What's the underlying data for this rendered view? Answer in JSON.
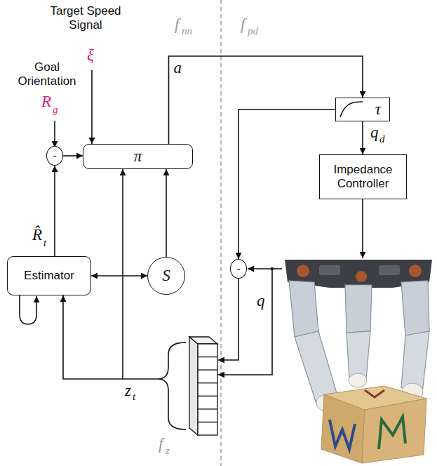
{
  "diagram": {
    "nodes": [
      {
        "text": [
          "τ"
        ]
      },
      {
        "text": [
          "π"
        ]
      },
      {
        "text": [
          "-"
        ]
      },
      {
        "text": [
          "Impedance Controller"
        ]
      },
      {
        "text": [
          "Estimator"
        ]
      },
      {
        "text": [
          "S"
        ]
      },
      {
        "text": [
          "-"
        ]
      }
    ],
    "edges": [
      {
        "from": 2,
        "to": 1,
        "arrow": "to"
      },
      {
        "from": 4,
        "to": 2,
        "arrow": "to"
      },
      {
        "from": 4,
        "to": 5,
        "arrow": "both"
      },
      {
        "from": 5,
        "to": 1,
        "arrow": "to"
      },
      {
        "from": 1,
        "to": 0,
        "arrow": "to",
        "label": "a"
      },
      {
        "from": 0,
        "to": 3,
        "arrow": "to"
      },
      {
        "from": 0,
        "to": 6,
        "arrow": "to"
      }
    ],
    "labels": [
      "Target Speed Signal",
      "ξ",
      "Goal Orientation",
      "R",
      "g",
      "f",
      "nn",
      "f",
      "pd",
      "R̂",
      "t",
      "q",
      "d",
      "q",
      "z",
      "t",
      "f",
      "z"
    ]
  }
}
